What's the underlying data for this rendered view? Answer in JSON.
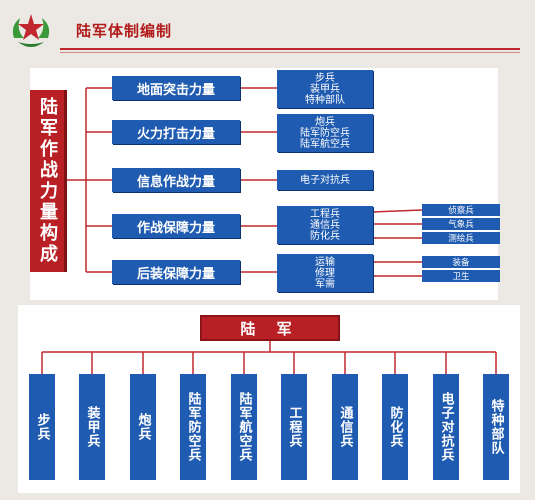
{
  "header": {
    "title": "陆军体制编制"
  },
  "colors": {
    "red": "#b82025",
    "blue": "#1f5bb0",
    "line": "#c0282d"
  },
  "structure": {
    "root": "陆军作战力量构成",
    "categories": [
      {
        "label": "地面突击力量",
        "subs": [
          "步兵",
          "装甲兵",
          "特种部队"
        ]
      },
      {
        "label": "火力打击力量",
        "subs": [
          "炮兵",
          "陆军防空兵",
          "陆军航空兵"
        ]
      },
      {
        "label": "信息作战力量",
        "subs": [
          "电子对抗兵"
        ]
      },
      {
        "label": "作战保障力量",
        "subs": [
          "工程兵",
          "通信兵",
          "防化兵"
        ],
        "extras": [
          "侦察兵",
          "气象兵",
          "测绘兵"
        ]
      },
      {
        "label": "后装保障力量",
        "subs": [
          "运输",
          "修理",
          "军需"
        ],
        "extras": [
          "装备",
          "卫生"
        ]
      }
    ]
  },
  "army": {
    "label": "陆 军",
    "branches": [
      "步兵",
      "装甲兵",
      "炮兵",
      "陆军防空兵",
      "陆军航空兵",
      "工程兵",
      "通信兵",
      "防化兵",
      "电子对抗兵",
      "特种部队"
    ]
  }
}
